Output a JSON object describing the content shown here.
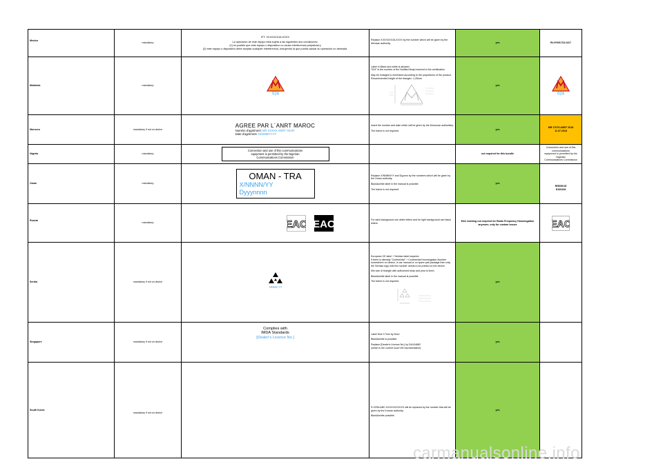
{
  "rows": [
    {
      "country": "Mexico",
      "requirement": "mandatory",
      "sample_lines": [
        "IFT: XXXXXXX18-XXXX",
        "La operación de este equipo está sujeta a las siguientes dos condiciones:",
        "(1) es posible que este equipo o dispositivo no cause interferencia perjudicial y",
        "(2) este equipo o dispositivo debe aceptar cualquier interferencia, incluyendo la que pueda causar su operación no deseada."
      ],
      "notes": [
        "Replace XXXXXXX18-XXXX by the number which will be given by the Mexican authority."
      ],
      "status": "yes",
      "certificate": "RLVVW1718-1317"
    },
    {
      "country": "Moldavia",
      "requirement": "mandatory",
      "logo_number": "024",
      "notes": [
        "Label in Black and white is allowed\n\"024\" is the number of the Notified Body involved in the certification",
        "May be enlarged & minimized according to the proportions of the product.\nRecommended height of the triangle= 1,25mm"
      ],
      "status": "yes",
      "certificate_logo_number": "024"
    },
    {
      "country": "Morocco",
      "requirement": "mandatory if not on device",
      "sample_title": "AGREE PAR L´ANRT MAROC",
      "sample_l1_label": "Numéro d'agrément:",
      "sample_l1_value": "MR XXXXX ANRT YEAR",
      "sample_l2_label": "Date d'agrément:",
      "sample_l2_value": "DD/MM/YYYY",
      "notes": [
        "Insert the number and date which will be given by the Moroccan authoritiey.",
        "The frame is not required."
      ],
      "status": "yes",
      "certificate": "MR 17079 ANRT 2018\n11.07.2018"
    },
    {
      "country": "Nigeria",
      "requirement": "mandatory",
      "sample_text": "Connection and use of this communications\nequipment is permitted by the Nigerian\nCommunications Commission",
      "status": "not required for this bundle",
      "certificate_text": "Connection and use of this communications\nequipment is permitted by the Nigerian\nCommunications Commission"
    },
    {
      "country": "Oman",
      "requirement": "mandatory",
      "sample_title": "OMAN - TRA",
      "sample_l1": "X/NNNN/YY",
      "sample_l2": "Dyyynnnn",
      "notes": [
        "Replace X/NNNN/YY and Dyynnn by the numbers which will be given by the Oman authority.",
        "Black&white label in the manual is possible.",
        "The frame is not required."
      ],
      "status": "yes",
      "certificate": "R/5696/18\nD100428"
    },
    {
      "country": "Russia",
      "requirement": "mandatory",
      "logo_text": "EAC",
      "notes": [
        "For dark background use white letters and for light background use black letters"
      ],
      "status": "EAC marking not required for Radio Frequency Homologation anymore, only for custom issues",
      "certificate_logo_text": "EAC"
    },
    {
      "country": "Serbia",
      "requirement": "mandatory if not on device",
      "logo_number": "NNNN YY",
      "notes": [
        "European CE label + Serbian label required.\nIf there is allready \"Continental\" + Continental Homologation Number somewhere on device, in car manual or on spare part package then only the Serbian logo with the number needs to be printed on the device.",
        "Min size of triangle with authorized body and year is 5mm.",
        "Black&white label in the manual is possible.",
        "The frame is not required."
      ],
      "status": "yes"
    },
    {
      "country": "Singapore",
      "requirement": "mandatory if not on device",
      "sample_l1": "Complies with",
      "sample_l2": "IMDA Standards",
      "sample_l3": "[Dealer's Licence No.]",
      "notes": [
        "Label Size 17mm by 9mm",
        "Black&white is possible.",
        "Replace [Dealer's Licence No.] by DA104682\n(which is the current local VW representative)."
      ],
      "status": "yes"
    },
    {
      "country": "South Korea",
      "requirement": "mandatory if not on device",
      "notes": [
        "R-CRM-ABC-XXXXXXXXXXX will be replaced by the number that will be given by the Korean authority.",
        "Black&white possible."
      ],
      "status": "yes"
    }
  ],
  "watermark": "carmanualsonline.info",
  "colors": {
    "green": "#92d050",
    "orange": "#ffc000",
    "blue": "#3aa0e8",
    "logo_orange": "#f5a623",
    "logo_red": "#c8102e"
  }
}
